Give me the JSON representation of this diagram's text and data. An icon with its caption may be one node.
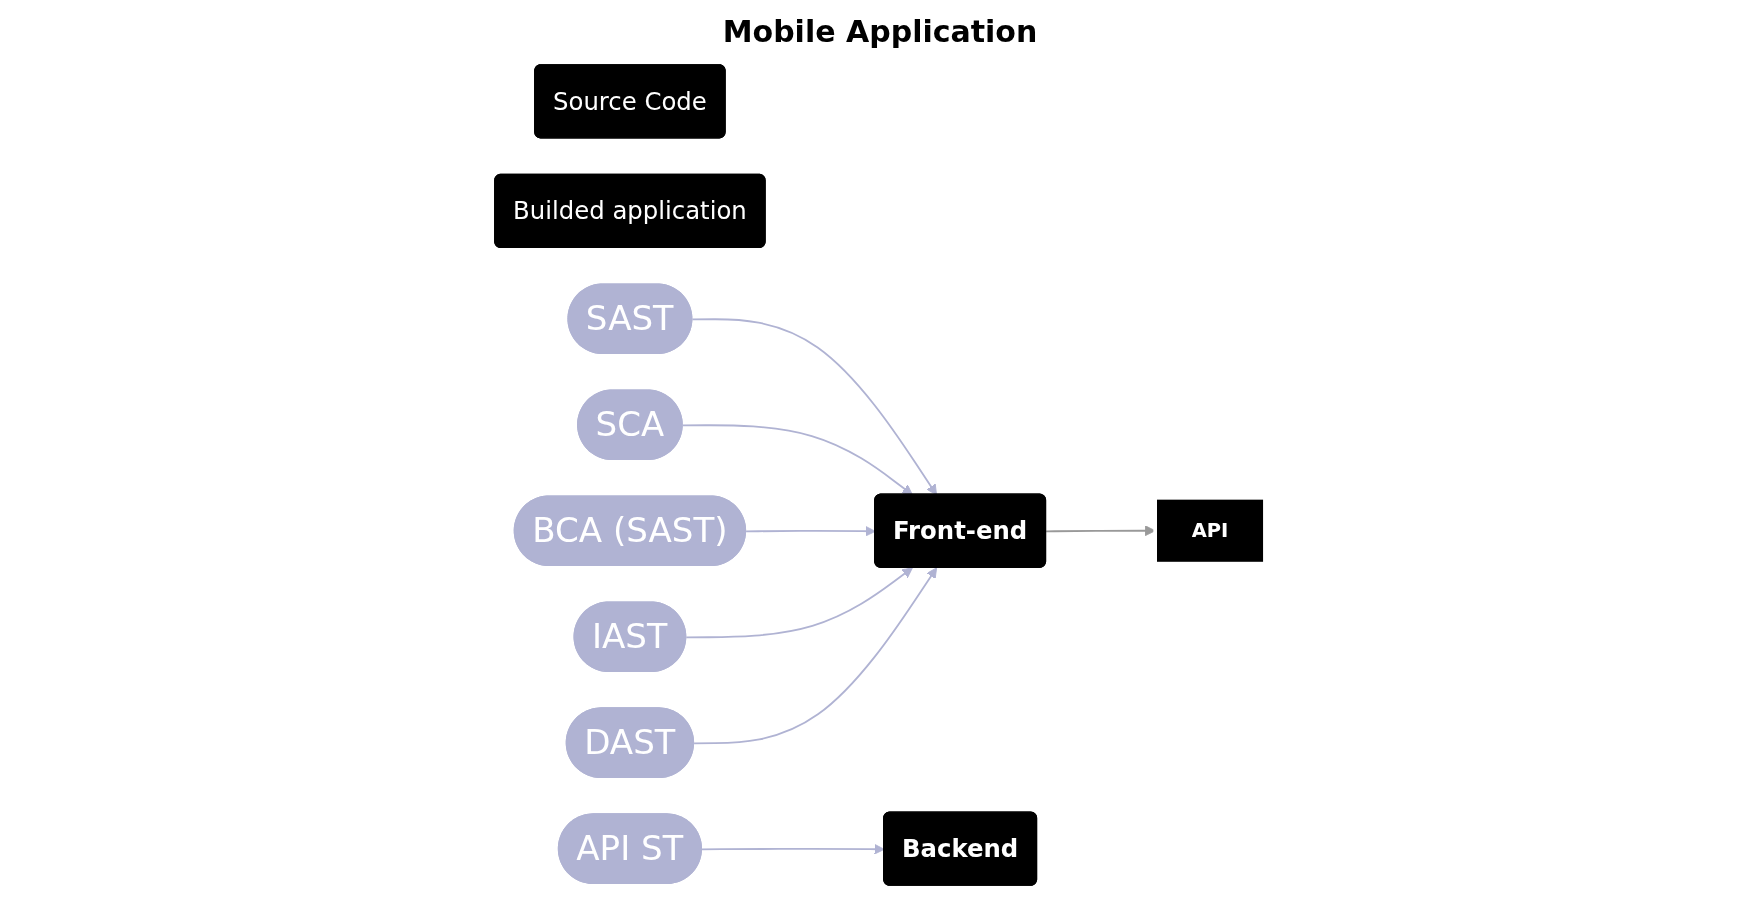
{
  "diagram": {
    "title": "Mobile Application",
    "nodes": [
      {
        "text": [
          "Source Code"
        ]
      },
      {
        "text": [
          "Builded application"
        ]
      },
      {
        "text": [
          "SAST"
        ]
      },
      {
        "text": [
          "SCA"
        ]
      },
      {
        "text": [
          "Front-end"
        ]
      },
      {
        "text": [
          "BCA (SAST)"
        ]
      },
      {
        "text": [
          "IAST"
        ]
      },
      {
        "text": [
          "DAST"
        ]
      },
      {
        "text": [
          "API"
        ]
      },
      {
        "text": [
          "Backend"
        ]
      },
      {
        "text": [
          "API ST"
        ]
      }
    ],
    "edges": [
      {
        "from": 2,
        "to": 4,
        "arrow": "to"
      },
      {
        "from": 3,
        "to": 4,
        "arrow": "to"
      },
      {
        "from": 5,
        "to": 4,
        "arrow": "to"
      },
      {
        "from": 6,
        "to": 4,
        "arrow": "to"
      },
      {
        "from": 7,
        "to": 4,
        "arrow": "to"
      },
      {
        "from": 4,
        "to": 8,
        "arrow": "to",
        "color": "#999999"
      },
      {
        "from": 10,
        "to": 9,
        "arrow": "to"
      }
    ]
  }
}
